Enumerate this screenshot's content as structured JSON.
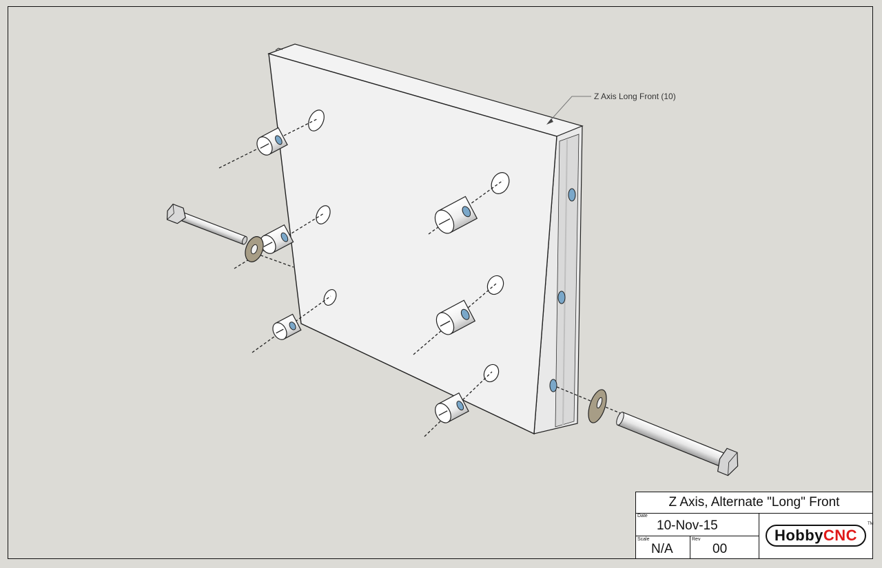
{
  "drawing": {
    "callout_label": "Z Axis Long Front (10)"
  },
  "title_block": {
    "title": "Z Axis, Alternate \"Long\" Front",
    "date_label": "Date",
    "date_value": "10-Nov-15",
    "scale_label": "Scale",
    "scale_value": "N/A",
    "rev_label": "Rev",
    "rev_value": "00",
    "logo_part1": "Hobby",
    "logo_part2": "CNC",
    "logo_tm": "TM"
  },
  "colors": {
    "background": "#dcdbd6",
    "part_face": "#f1f1f1",
    "washer": "#a79d86",
    "logo_accent": "#e01818"
  }
}
